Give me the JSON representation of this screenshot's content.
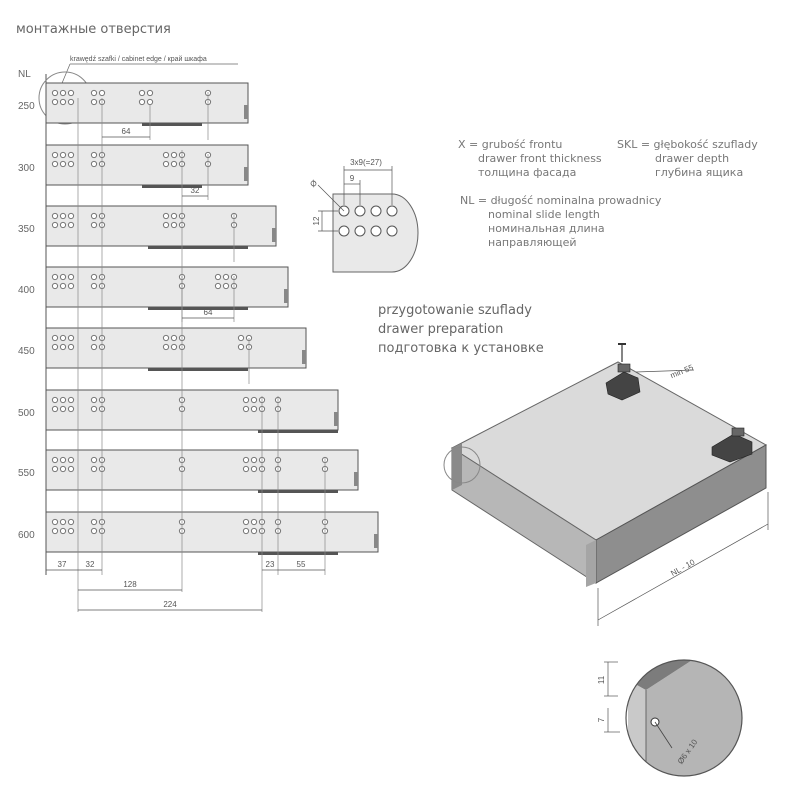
{
  "heading": "монтажные отверстия",
  "edge_label": "krawędź szafki / cabinet edge / край шкафа",
  "nl_header": "NL",
  "rows": [
    {
      "nl": "250",
      "extra_pair": false,
      "rear_hole": false
    },
    {
      "nl": "300",
      "extra_pair": false,
      "rear_hole": false
    },
    {
      "nl": "350",
      "extra_pair": false,
      "rear_hole": false
    },
    {
      "nl": "400",
      "extra_pair": false,
      "rear_hole": false
    },
    {
      "nl": "450",
      "extra_pair": false,
      "rear_hole": false
    },
    {
      "nl": "500",
      "extra_pair": true,
      "rear_hole": false
    },
    {
      "nl": "550",
      "extra_pair": true,
      "rear_hole": true
    },
    {
      "nl": "600",
      "extra_pair": true,
      "rear_hole": true
    }
  ],
  "dims": {
    "d64a": "64",
    "d32": "32",
    "d64b": "64",
    "d37": "37",
    "d32b": "32",
    "d128": "128",
    "d224": "224",
    "d23": "23",
    "d55": "55"
  },
  "detail": {
    "spacing": "3x9(=27)",
    "pitch": "9",
    "height": "12",
    "diameter": "Ø"
  },
  "legend": {
    "x_lines": [
      "X = grubość frontu",
      "drawer front thickness",
      "толщина фасада"
    ],
    "skl_lines": [
      "SKL = głębokość szuflady",
      "drawer depth",
      "глубина ящика"
    ],
    "nl_lines": [
      "NL = długość nominalna prowadnicy",
      "nominal slide length",
      "номинальная длина",
      "направляющей"
    ]
  },
  "prep": [
    "przygotowanie szuflady",
    "drawer preparation",
    "подготовка к установке"
  ],
  "drawer": {
    "side_dim": "min 55",
    "length_dim": "NL - 10"
  },
  "zoom": {
    "d11": "11",
    "d7": "7",
    "d6x10": "Ø6 x 10"
  },
  "colors": {
    "bar_fill": "#e9e9e9",
    "bar_stroke": "#555555",
    "hole": "#777777",
    "drawer_top": "#d9d9d9",
    "drawer_front": "#8e8e8e",
    "drawer_side": "#b9b9b9"
  }
}
